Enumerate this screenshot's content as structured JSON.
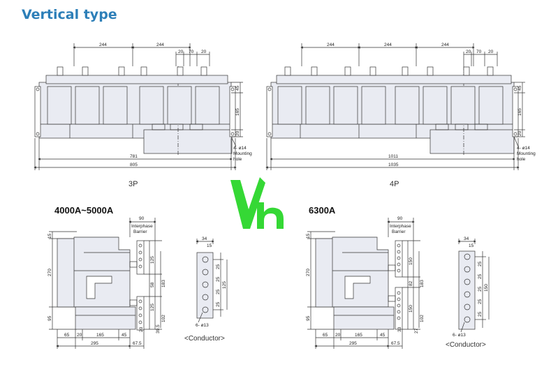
{
  "heading": "Vertical type",
  "colors": {
    "heading": "#2d7fb8",
    "logo": "#35d835",
    "body_fill": "#e9ebf2",
    "line": "#333333"
  },
  "top_left": {
    "caption": "3P",
    "dims": {
      "pitch_a": "244",
      "pitch_b": "244",
      "t1": "20",
      "t2": "70",
      "t3": "20",
      "h1": "45",
      "h2": "165",
      "h3": "20",
      "w_inner": "781",
      "w_outer": "805",
      "hole": "4- ø14",
      "hole_l1": "Mounting",
      "hole_l2": "hole"
    }
  },
  "top_right": {
    "caption": "4P",
    "dims": {
      "pitch_a": "244",
      "pitch_b": "244",
      "pitch_c": "244",
      "t1": "20",
      "t2": "70",
      "t3": "20",
      "h1": "45",
      "h2": "165",
      "h3": "20",
      "w_inner": "1011",
      "w_outer": "1035",
      "hole": "4- ø14",
      "hole_l1": "Mounting",
      "hole_l2": "hole"
    }
  },
  "bottom_left": {
    "title": "4000A~5000A",
    "conductor_caption": "<Conductor>",
    "dims": {
      "top": "90",
      "barrier_l1": "Interphase",
      "barrier_l2": "Barrier",
      "v15": "15",
      "v270": "270",
      "v95": "95",
      "r125a": "125",
      "r58": "58",
      "r183": "183",
      "r125b": "125",
      "r102": "102",
      "r39": "39.5",
      "r20": "20",
      "b65": "65",
      "b20": "20",
      "b165": "165",
      "b45": "45",
      "b295": "295",
      "b67": "67.5",
      "c34": "34",
      "c15": "15",
      "c25a": "25",
      "c25b": "25",
      "c25c": "25",
      "c25d": "25",
      "c125": "125",
      "hole": "6- ø13"
    }
  },
  "bottom_right": {
    "title": "6300A",
    "conductor_caption": "<Conductor>",
    "dims": {
      "top": "90",
      "barrier_l1": "Interphase",
      "barrier_l2": "Barrier",
      "v15": "15",
      "v270": "270",
      "v95": "95",
      "r150a": "150",
      "r82": "82",
      "r183": "183",
      "r150b": "150",
      "r102": "102",
      "r27": "27",
      "r33": "33",
      "b65": "65",
      "b20": "20",
      "b165": "165",
      "b45": "45",
      "b295": "295",
      "b67": "67.5",
      "c34": "34",
      "c15": "15",
      "c25a": "25",
      "c25b": "25",
      "c25c": "25",
      "c25d": "25",
      "c25e": "25",
      "c150": "150",
      "hole": "6- ø13"
    }
  }
}
